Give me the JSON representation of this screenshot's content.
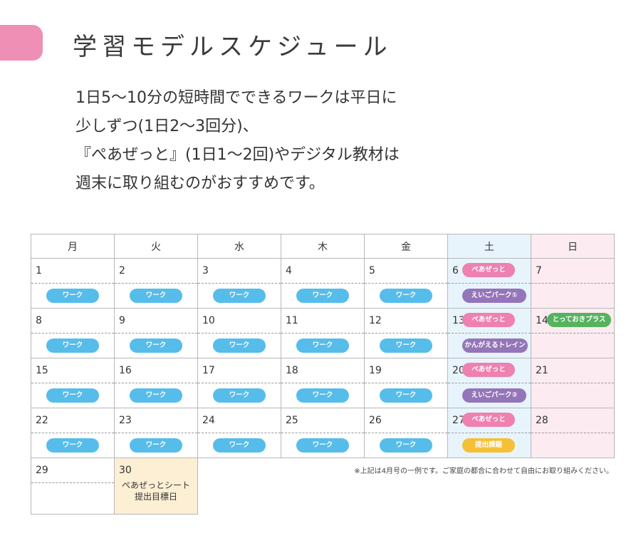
{
  "title": "学習モデルスケジュール",
  "intro": [
    "1日5〜10分の短時間でできるワークは平日に",
    "少しずつ(1日2〜3回分)、",
    "『ぺあぜっと』(1日1〜2回)やデジタル教材は",
    "週末に取り組むのがおすすめです。"
  ],
  "weekdays": [
    "月",
    "火",
    "水",
    "木",
    "金",
    "土",
    "日"
  ],
  "days": {
    "d1": "1",
    "d2": "2",
    "d3": "3",
    "d4": "4",
    "d5": "5",
    "d6": "6",
    "d7": "7",
    "d8": "8",
    "d9": "9",
    "d10": "10",
    "d11": "11",
    "d12": "12",
    "d13": "13",
    "d14": "14",
    "d15": "15",
    "d16": "16",
    "d17": "17",
    "d18": "18",
    "d19": "19",
    "d20": "20",
    "d21": "21",
    "d22": "22",
    "d23": "23",
    "d24": "24",
    "d25": "25",
    "d26": "26",
    "d27": "27",
    "d28": "28",
    "d29": "29",
    "d30": "30"
  },
  "labels": {
    "work": "ワーク",
    "pairzet": "ぺあぜっと",
    "eigo1": "えいごパーク①",
    "eigo2": "えいごパーク②",
    "kangaeru": "かんがえるトレイン",
    "totteoki": "とっておきプラス",
    "teishutsu": "提出課題",
    "sheet_line1": "ぺあぜっとシート",
    "sheet_line2": "提出目標日"
  },
  "note": "※上記は4月号の一例です。ご家庭の都合に合わせて自由にお取り組みください。",
  "colors": {
    "accent_tab": "#ef8fb6",
    "work": "#56bdeb",
    "pairzet": "#ee81b0",
    "eigo": "#9575b9",
    "teishutsu": "#f5c035",
    "totteoki": "#55b35e",
    "saturday_bg": "#e8f4fc",
    "sunday_bg": "#fcebf1",
    "highlight_bg": "#fdefd4"
  }
}
